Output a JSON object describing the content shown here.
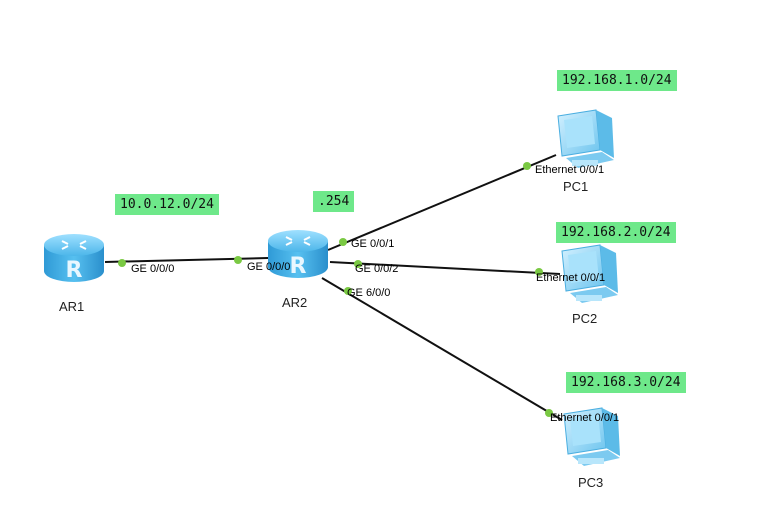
{
  "devices": {
    "ar1": {
      "name": "AR1",
      "type": "router"
    },
    "ar2": {
      "name": "AR2",
      "type": "router"
    },
    "pc1": {
      "name": "PC1",
      "type": "pc"
    },
    "pc2": {
      "name": "PC2",
      "type": "pc"
    },
    "pc3": {
      "name": "PC3",
      "type": "pc"
    }
  },
  "notes": {
    "ar_link": "10.0.12.0/24",
    "ar2_ip": ".254",
    "pc1_net": "192.168.1.0/24",
    "pc2_net": "192.168.2.0/24",
    "pc3_net": "192.168.3.0/24"
  },
  "ports": {
    "ar1_ge000": "GE 0/0/0",
    "ar2_ge000": "GE 0/0/0",
    "ar2_ge001": "GE 0/0/1",
    "ar2_ge002": "GE 0/0/2",
    "ar2_ge600": "GE 6/0/0",
    "pc1_eth": "Ethernet 0/0/1",
    "pc2_eth": "Ethernet 0/0/1",
    "pc3_eth": "Ethernet 0/0/1"
  },
  "colors": {
    "note_bg": "#6ee88a",
    "link": "#111111",
    "port_dot": "#7ac943",
    "router_body": "#3aa7e0",
    "pc_body": "#8fd3f5"
  },
  "icons": {
    "router": "router-icon",
    "pc": "pc-icon"
  }
}
